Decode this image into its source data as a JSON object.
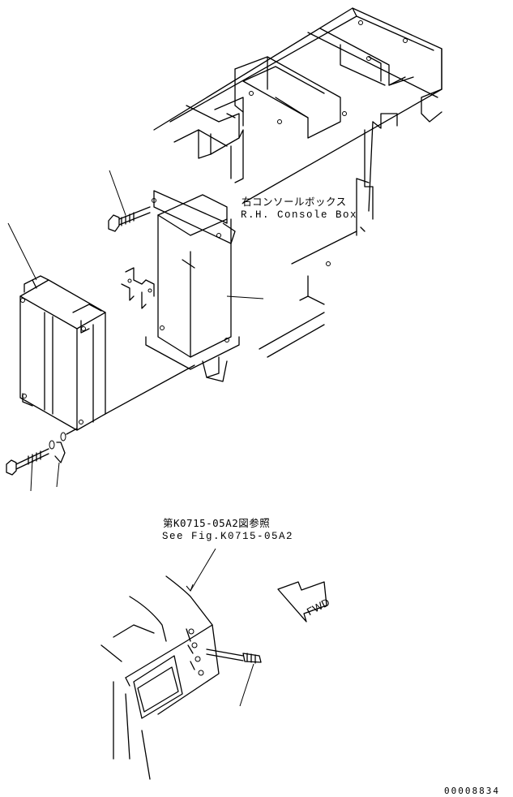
{
  "console_label": {
    "jp": "右コンソールボックス",
    "en": "R.H. Console Box"
  },
  "reference_label": {
    "jp": "第K0715-05A2図参照",
    "en": "See Fig.K0715-05A2"
  },
  "fwd_label": "FWD",
  "serial": "00008834"
}
